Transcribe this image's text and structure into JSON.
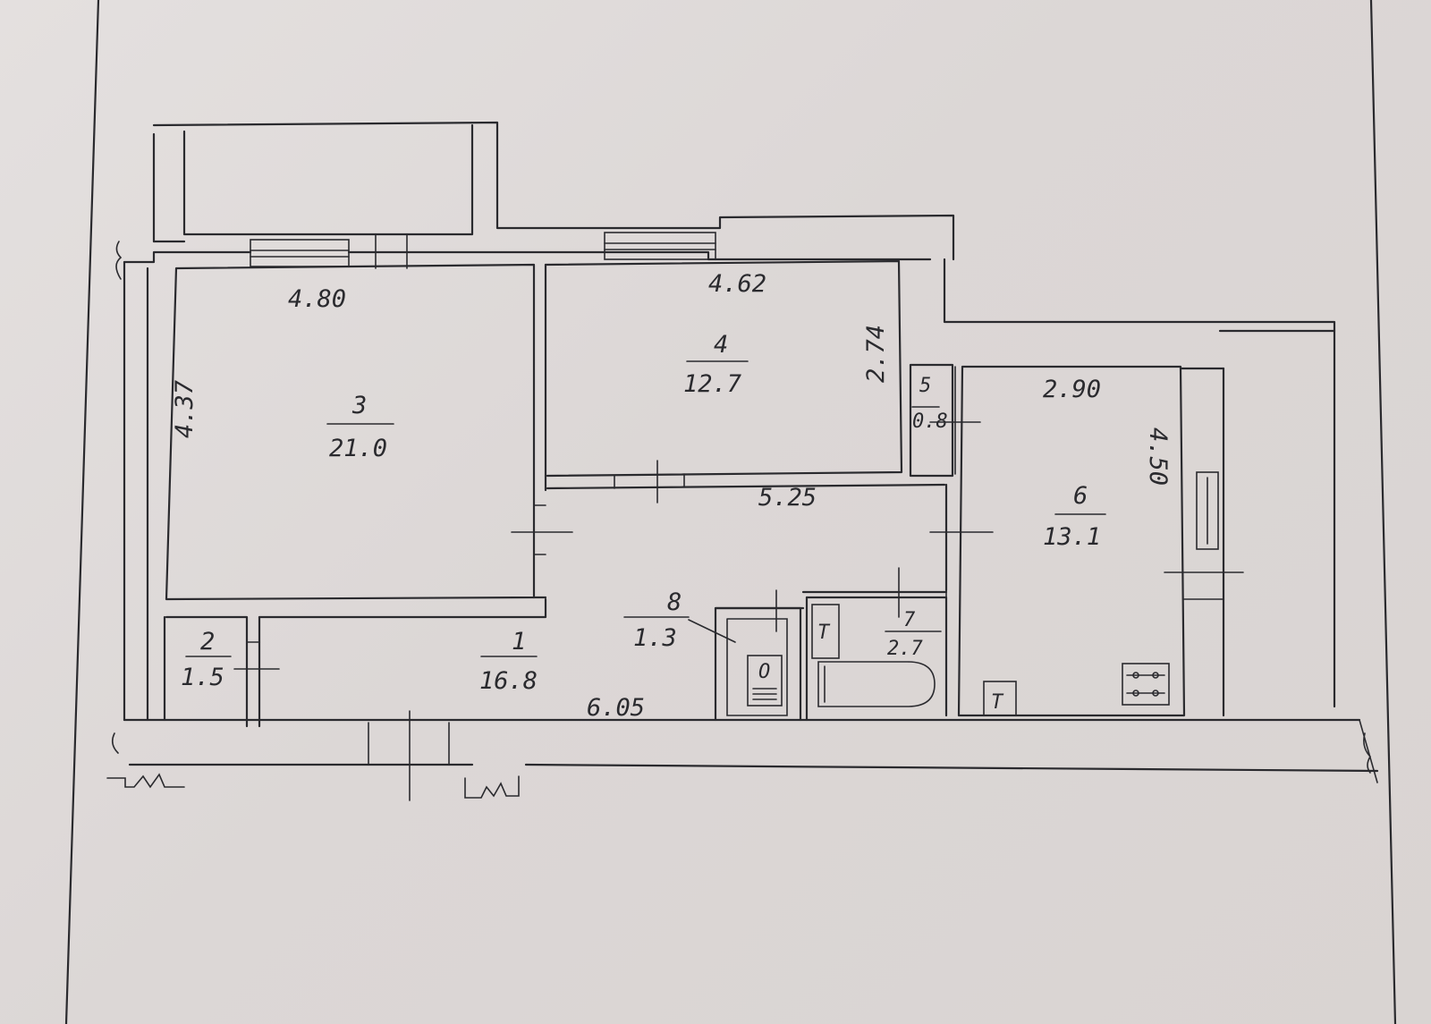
{
  "rooms": [
    {
      "number": "1",
      "area": "16.8"
    },
    {
      "number": "2",
      "area": "1.5"
    },
    {
      "number": "3",
      "area": "21.0"
    },
    {
      "number": "4",
      "area": "12.7"
    },
    {
      "number": "5",
      "area": "0.8"
    },
    {
      "number": "6",
      "area": "13.1"
    },
    {
      "number": "7",
      "area": "2.7"
    },
    {
      "number": "8",
      "area": "1.3"
    }
  ],
  "dimensions": {
    "room3_width": "4.80",
    "room3_depth": "4.37",
    "room4_width": "4.62",
    "room4_depth": "2.74",
    "room6_width": "2.90",
    "room6_depth": "4.50",
    "hall_width": "5.25",
    "room1_length": "6.05"
  },
  "fixtures": {
    "toilet_symbol": "O",
    "stove_symbol": "T",
    "bath_tap_symbol": "T"
  }
}
